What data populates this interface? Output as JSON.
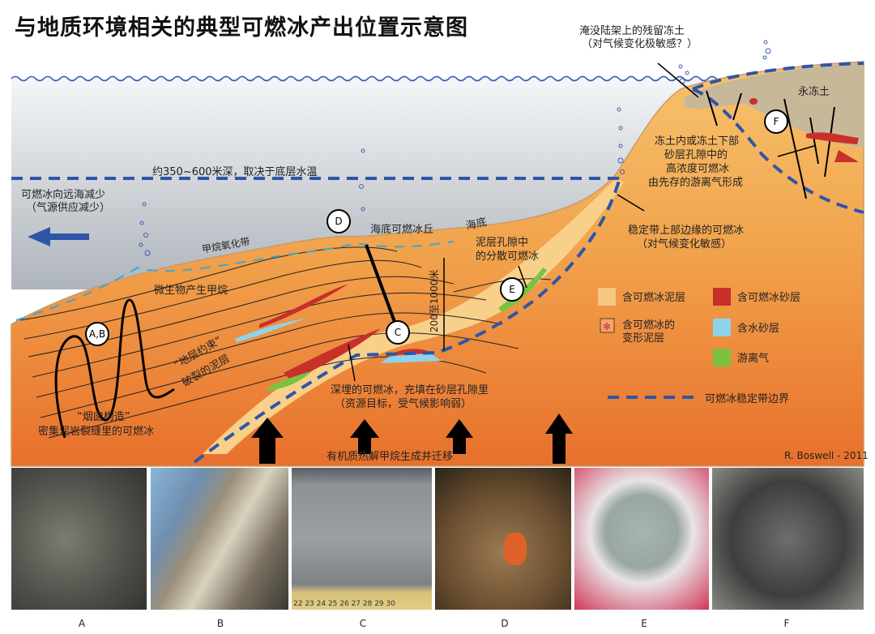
{
  "title": "与地质环境相关的典型可燃冰产出位置示意图",
  "labels": {
    "submerged_permafrost": [
      "淹没陆架上的残留冻土",
      "（对气候变化极敏感？）"
    ],
    "depth_line": "约350~600米深，取决于底层水温",
    "decrease_offshore": [
      "可燃冰向远海减少",
      "（气源供应减少）"
    ],
    "methane_oxidation": "甲烷氧化带",
    "seafloor_mound": "海底可燃冰丘",
    "seafloor": "海底",
    "microbial_methane": "微生物产生甲烷",
    "dispersed_mud": [
      "泥层孔隙中",
      "的分散可燃冰"
    ],
    "thickness": "200至1000米",
    "stratigraphic": [
      "“地层约束”",
      "破裂的泥层"
    ],
    "chimney": [
      "“烟囱构造”",
      "密集泥岩裂缝里的可燃冰"
    ],
    "deep_buried": [
      "深埋的可燃冰，充填在砂层孔隙里",
      "（资源目标，受气候影响弱）"
    ],
    "thermogenic": "有机质热解甲烷生成并迁移",
    "upper_edge": [
      "稳定带上部边缘的可燃冰",
      "（对气候变化敏感）"
    ],
    "permafrost": "永冻土",
    "in_permafrost": [
      "冻土内或冻土下部",
      "砂层孔隙中的",
      "高浓度可燃冰",
      "由先存的游离气形成"
    ],
    "credit": "R. Boswell - 2011"
  },
  "markers": [
    "A,B",
    "C",
    "D",
    "E",
    "F"
  ],
  "legend": [
    {
      "label": "含可燃冰泥层",
      "color": "#f6c77e"
    },
    {
      "label": "含可燃冰砂层",
      "color": "#c8302a"
    },
    {
      "label": "含可燃冰的变形泥层",
      "lines": [
        "含可燃冰的",
        "变形泥层"
      ],
      "color": "#e8813a"
    },
    {
      "label": "含水砂层",
      "color": "#8fd3ea"
    },
    {
      "label": "游离气",
      "color": "#7cc242"
    },
    {
      "label": "可燃冰稳定带边界",
      "color": "#2f55a8"
    }
  ],
  "photos": [
    {
      "label": "A"
    },
    {
      "label": "B"
    },
    {
      "label": "C"
    },
    {
      "label": "D"
    },
    {
      "label": "E"
    },
    {
      "label": "F"
    }
  ],
  "photo_ruler": "22 23 24 25 26 27 28 29 30"
}
